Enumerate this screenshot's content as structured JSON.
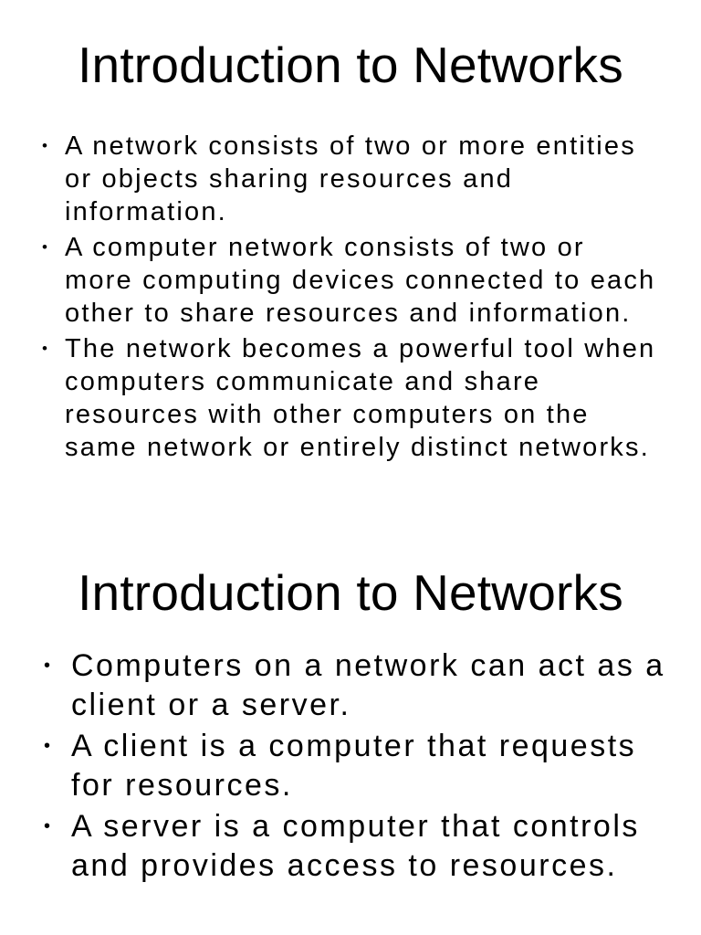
{
  "document": {
    "background": "#ffffff",
    "text_color": "#000000"
  },
  "slides": [
    {
      "title": "Introduction to Networks",
      "bullet_char": "•",
      "bullets": [
        [
          "A network consists of two or more entities",
          "or objects sharing resources and",
          "information."
        ],
        [
          "A computer network consists of two or",
          "more computing devices connected to each",
          "other to share resources and information."
        ],
        [
          "The network becomes a powerful tool when",
          "computers communicate and share",
          "resources with other computers on the",
          "same network or entirely distinct networks."
        ]
      ]
    },
    {
      "title": "Introduction to Networks",
      "bullet_char": "•",
      "bullets": [
        [
          "Computers on a network can act as a",
          "client or a server."
        ],
        [
          "A client is a computer that requests",
          "for resources."
        ],
        [
          "A server is a computer that controls",
          "and provides access to resources."
        ]
      ]
    }
  ]
}
